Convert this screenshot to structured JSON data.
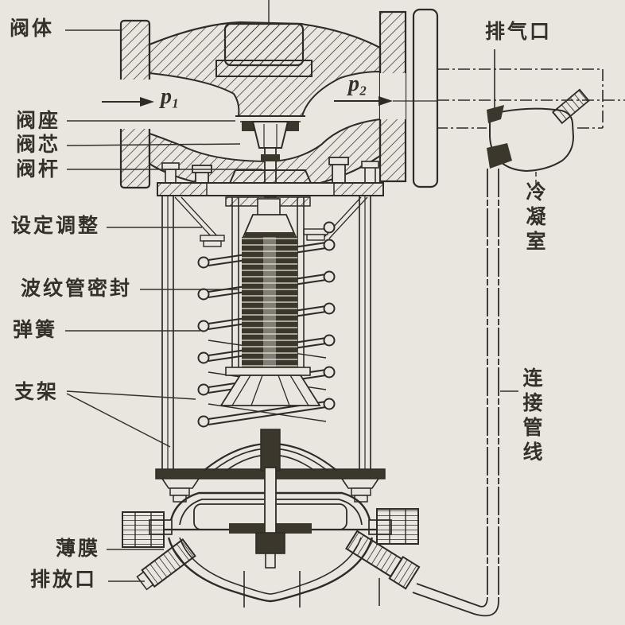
{
  "labels": {
    "valve_body": "阀体",
    "valve_seat": "阀座",
    "valve_plug": "阀芯",
    "valve_stem": "阀杆",
    "setting_adjustment": "设定调整",
    "bellows_seal": "波纹管密封",
    "spring": "弹簧",
    "bracket": "支架",
    "diaphragm": "薄膜",
    "drain_port": "排放口",
    "exhaust_port": "排气口",
    "condensation_chamber": "冷凝室",
    "connecting_line": "连接管线",
    "p1": "p₁",
    "p2": "p₂"
  },
  "colors": {
    "background": "#e9e6e0",
    "line": "#2e2b26",
    "dark": "#3b372c",
    "label": "#34312a"
  }
}
